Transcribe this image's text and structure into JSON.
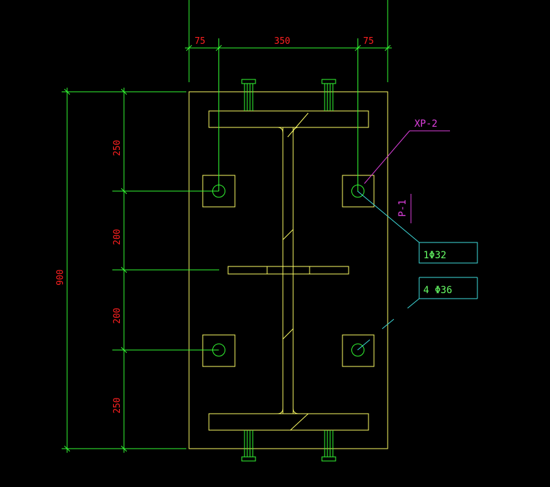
{
  "colors": {
    "background": "#000000",
    "outline": "#ffff66",
    "dimension": "#33ff33",
    "dim_text": "#ff2020",
    "magenta": "#e040e0",
    "cyan": "#40e0e0",
    "tag_text": "#66ff66"
  },
  "dimensions": {
    "top_left": "75",
    "top_mid": "350",
    "top_right": "75",
    "overall_height": "900",
    "seg1": "250",
    "seg2": "200",
    "seg3": "200",
    "seg4": "250"
  },
  "labels": {
    "plate_tag": "XP-2",
    "plate_type": "P-1",
    "rebar_small": "1Φ32",
    "rebar_large": "4 Φ36"
  }
}
